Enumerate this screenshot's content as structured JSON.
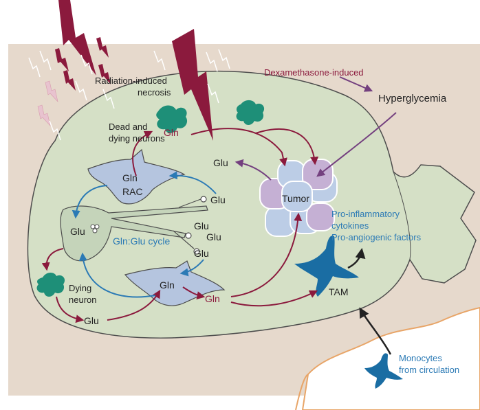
{
  "labels": {
    "dexamethasone": "Dexamethasone-induced",
    "hyperglycemia": "Hyperglycemia",
    "radiation_line1": "Radiation-induced",
    "radiation_line2": "necrosis",
    "dead_line1": "Dead and",
    "dead_line2": "dying neurons",
    "gln_top": "Gln",
    "glu_top": "Glu",
    "gln_rac": "Gln",
    "rac": "RAC",
    "glu_branch_right": "Glu",
    "glu_neuron": "Glu",
    "glu_branch_mid": "Glu",
    "glu_branch_low": "Glu",
    "cycle": "Gln:Glu cycle",
    "glu_lower": "Glu",
    "dying_line1": "Dying",
    "dying_line2": "neuron",
    "glu_bottom": "Glu",
    "gln_astro": "Gln",
    "gln_out": "Gln",
    "tumor": "Tumor",
    "cyto_line1": "Pro-inflammatory",
    "cyto_line2": "cytokines",
    "cyto_line3": "Pro-angiogenic factors",
    "tam": "TAM",
    "mono_line1": "Monocytes",
    "mono_line2": "from circulation"
  },
  "colors": {
    "background": "#e6d9cc",
    "brain": "#d5e0c6",
    "neuron": "#c5d4ba",
    "astrocyte": "#b5c5df",
    "tumor_cell_blue": "#bccde6",
    "tumor_cell_purple": "#c5b0d4",
    "dead_neuron": "#1e8f78",
    "lightning": "#8b1a3d",
    "gln_arrow": "#8b1a3d",
    "cycle_arrow": "#2b7ab5",
    "purple_arrow": "#74407f",
    "tam": "#1a6da3",
    "vessel": "#e8a568",
    "text_blue": "#2b7ab5",
    "text_red": "#8b1a3d"
  }
}
